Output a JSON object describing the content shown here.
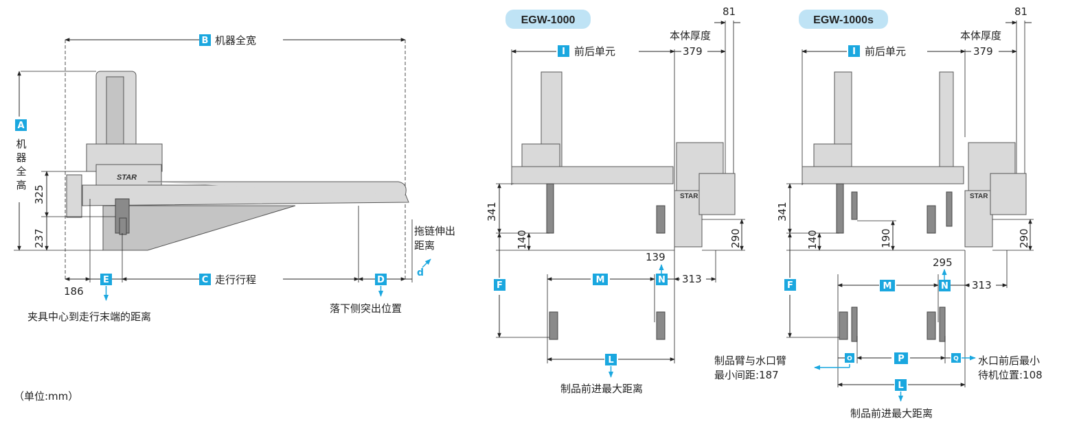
{
  "colors": {
    "accent": "#1aa7df",
    "model_tag_bg": "#bfe3f5",
    "line": "#222222",
    "machine": "#d9d9d9"
  },
  "left": {
    "B": {
      "tag": "B",
      "label": "机器全宽"
    },
    "A": {
      "tag": "A",
      "chars": [
        "机",
        "器",
        "全",
        "高"
      ]
    },
    "dim_325": "325",
    "dim_237": "237",
    "dim_186": "186",
    "E": {
      "tag": "E",
      "desc": "夹具中心到走行末端的距离"
    },
    "C": {
      "tag": "C",
      "label": "走行行程"
    },
    "D": {
      "tag": "D",
      "desc": "落下侧突出位置"
    },
    "d": {
      "tag": "d",
      "line1": "拖链伸出",
      "line2": "距离"
    },
    "logo": "STAR",
    "unit": "（单位:mm）"
  },
  "model1": {
    "name": "EGW-1000",
    "dim_81": "81",
    "thickness_label": "本体厚度",
    "I": {
      "tag": "I",
      "label": "前后单元"
    },
    "dim_379": "379",
    "dim_341": "341",
    "dim_140": "140",
    "dim_290": "290",
    "dim_139": "139",
    "dim_313": "313",
    "F": "F",
    "M": "M",
    "N": "N",
    "L": "L",
    "L_desc": "制品前进最大距离",
    "logo": "STAR"
  },
  "model2": {
    "name": "EGW-1000s",
    "dim_81": "81",
    "thickness_label": "本体厚度",
    "I": {
      "tag": "I",
      "label": "前后单元"
    },
    "dim_379": "379",
    "dim_341": "341",
    "dim_140": "140",
    "dim_190": "190",
    "dim_290": "290",
    "dim_295": "295",
    "dim_313": "313",
    "F": "F",
    "M": "M",
    "N": "N",
    "O": "O",
    "P": "P",
    "Q": "Q",
    "L": "L",
    "O_line1": "制品臂与水口臂",
    "O_line2": "最小间距:187",
    "Q_line1": "水口前后最小",
    "Q_line2": "待机位置:108",
    "L_desc": "制品前进最大距离",
    "logo": "STAR"
  }
}
